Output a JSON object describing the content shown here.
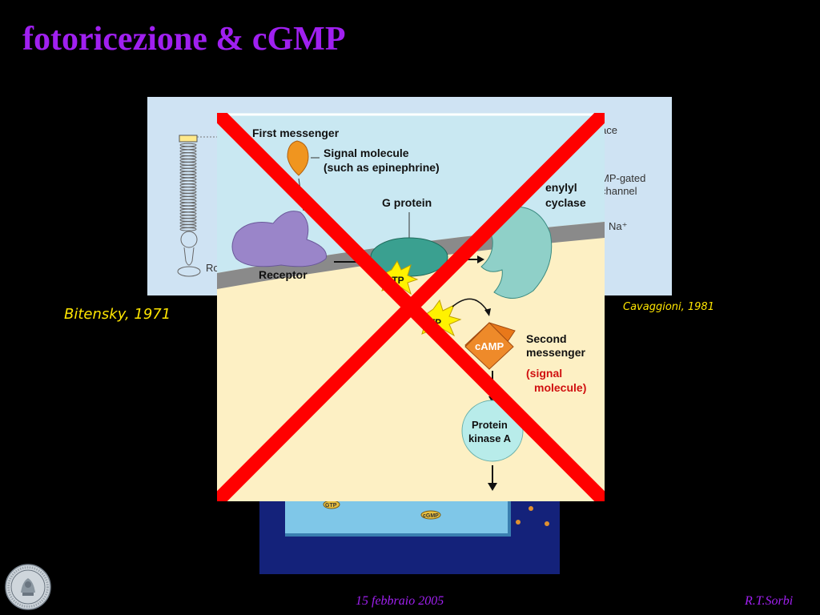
{
  "slide": {
    "title": "fotoricezione & cGMP",
    "citation_left": "Bitensky, 1971",
    "citation_right": "Cavaggioni, 1981",
    "footer_date": "15 febbraio 2005",
    "footer_author": "R.T.Sorbi"
  },
  "rod_figure": {
    "label_rod": "Ro",
    "label_surface": "ace",
    "label_channel_1": "MP-gated",
    "label_channel_2": "channel",
    "label_ion": "Na⁺"
  },
  "lower_figure": {
    "label_gtp": "GTP",
    "label_cgmp": "cGMP"
  },
  "signaling_diagram": {
    "first_messenger": "First messenger",
    "signal_molecule_1": "Signal molecule",
    "signal_molecule_2": "(such as epinephrine)",
    "g_protein": "G protein",
    "adenylyl_1": "enylyl",
    "adenylyl_2": "cyclase",
    "receptor": "Receptor",
    "gtp": "GTP",
    "atp": "ATP",
    "camp": "cAMP",
    "second_messenger_1": "Second",
    "second_messenger_2": "messenger",
    "signal_red_1": "(signal",
    "signal_red_2": "molecule)",
    "protein_kinase_1": "Protein",
    "protein_kinase_2": "kinase A"
  },
  "colors": {
    "title": "#a020f0",
    "citation": "#ffe600",
    "cross": "#ff0000",
    "membrane": "#8a8a8a",
    "cytoplasm": "#fdf0c4",
    "extracellular": "#c9e8f2"
  }
}
